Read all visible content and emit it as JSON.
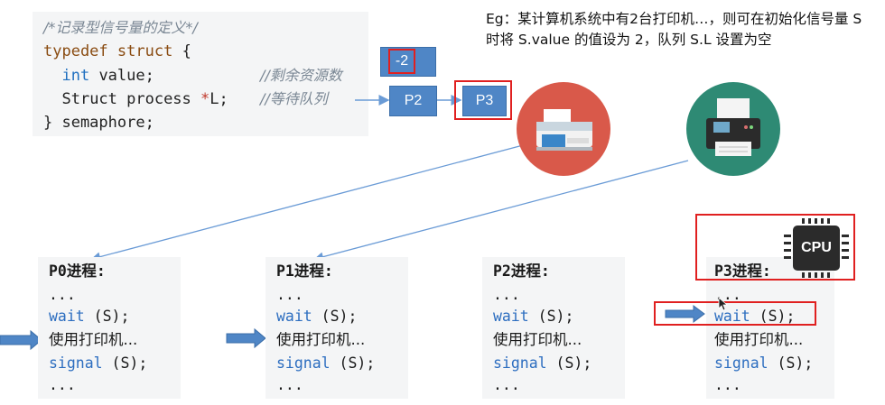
{
  "code": {
    "comment1": "/*记录型信号量的定义*/",
    "kw_typedef": "typedef",
    "kw_struct": "struct",
    "brace_open": "{",
    "ty_int": "int",
    "value_decl": " value;",
    "comment_value": "//剩余资源数",
    "struct_process": "Struct process ",
    "ptr": "*",
    "ptr_var": "L;",
    "comment_queue": "//等待队列",
    "close": "} semaphore;"
  },
  "value_box": "-2",
  "queue": [
    "P2",
    "P3"
  ],
  "example_text": "Eg：某计算机系统中有2台打印机…，则可在初始化信号量 S 时将 S.value 的值设为 2，队列 S.L 设置为空",
  "cpu_label": "CPU",
  "processes": [
    {
      "title": "P0进程:",
      "l1": "...",
      "l2_kw": "wait",
      "l2_rest": " (S);",
      "l3": "使用打印机...",
      "l4_kw": "signal",
      "l4_rest": " (S);",
      "l5": "..."
    },
    {
      "title": "P1进程:",
      "l1": "...",
      "l2_kw": "wait",
      "l2_rest": " (S);",
      "l3": "使用打印机...",
      "l4_kw": "signal",
      "l4_rest": " (S);",
      "l5": "..."
    },
    {
      "title": "P2进程:",
      "l1": "...",
      "l2_kw": "wait",
      "l2_rest": " (S);",
      "l3": "使用打印机...",
      "l4_kw": "signal",
      "l4_rest": " (S);",
      "l5": "..."
    },
    {
      "title": "P3进程:",
      "l1": "...",
      "l2_kw": "wait",
      "l2_rest": " (S);",
      "l3": "使用打印机...",
      "l4_kw": "signal",
      "l4_rest": " (S);",
      "l5": "..."
    }
  ],
  "colors": {
    "printer1_bg": "#d9594a",
    "printer2_bg": "#2e8a74",
    "highlight": "#e02020",
    "accent": "#4f86c6"
  }
}
